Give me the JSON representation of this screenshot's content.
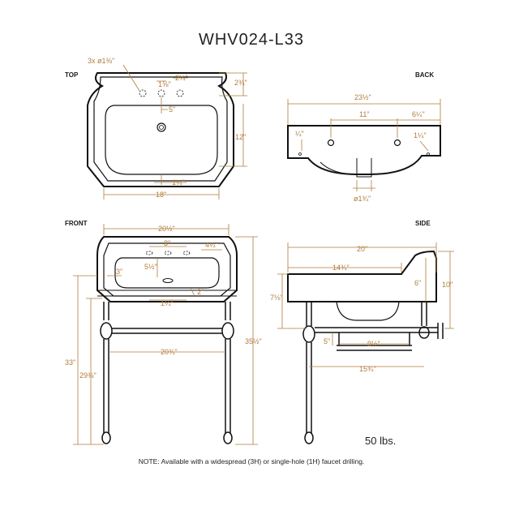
{
  "title": "WHV024-L33",
  "views": {
    "top": "TOP",
    "back": "BACK",
    "front": "FRONT",
    "side": "SIDE"
  },
  "top_dims": {
    "holes": "3x ø1⅜\"",
    "d_2_1_4": "2¼\"",
    "d_2_3_4": "2¾\"",
    "d_1_5_8": "1⅝\"",
    "d_5": "5\"",
    "d_12": "12\"",
    "d_1_1_4": "1¼\"",
    "d_18": "18\""
  },
  "back_dims": {
    "d_23_1_2": "23½\"",
    "d_11": "11\"",
    "d_6_1_4": "6¼\"",
    "d_1_4": "¼\"",
    "d_1_1_4": "1¼\"",
    "d_1_3_4": "ø1¾\""
  },
  "front_dims": {
    "d_20_1_2": "20½\"",
    "d_8": "8\"",
    "d_4_1_4": "4¼\"",
    "d_3": "3\"",
    "d_5_1_2": "5½\"",
    "d_2": "2\"",
    "d_1_1_4": "1¼\"",
    "d_20_3_4": "20¾\"",
    "d_33": "33\"",
    "d_29_3_8": "29⅜\"",
    "d_35_1_2": "35½\""
  },
  "side_dims": {
    "d_20": "20\"",
    "d_14_3_4": "14¾\"",
    "d_6": "6\"",
    "d_10": "10\"",
    "d_7_1_8": "7⅛\"",
    "d_5": "5\"",
    "d_9_1_2": "9½\"",
    "d_15_3_4": "15¾\""
  },
  "weight": "50 lbs.",
  "note": "NOTE: Available with a widespread (3H) or single-hole (1H) faucet drilling."
}
